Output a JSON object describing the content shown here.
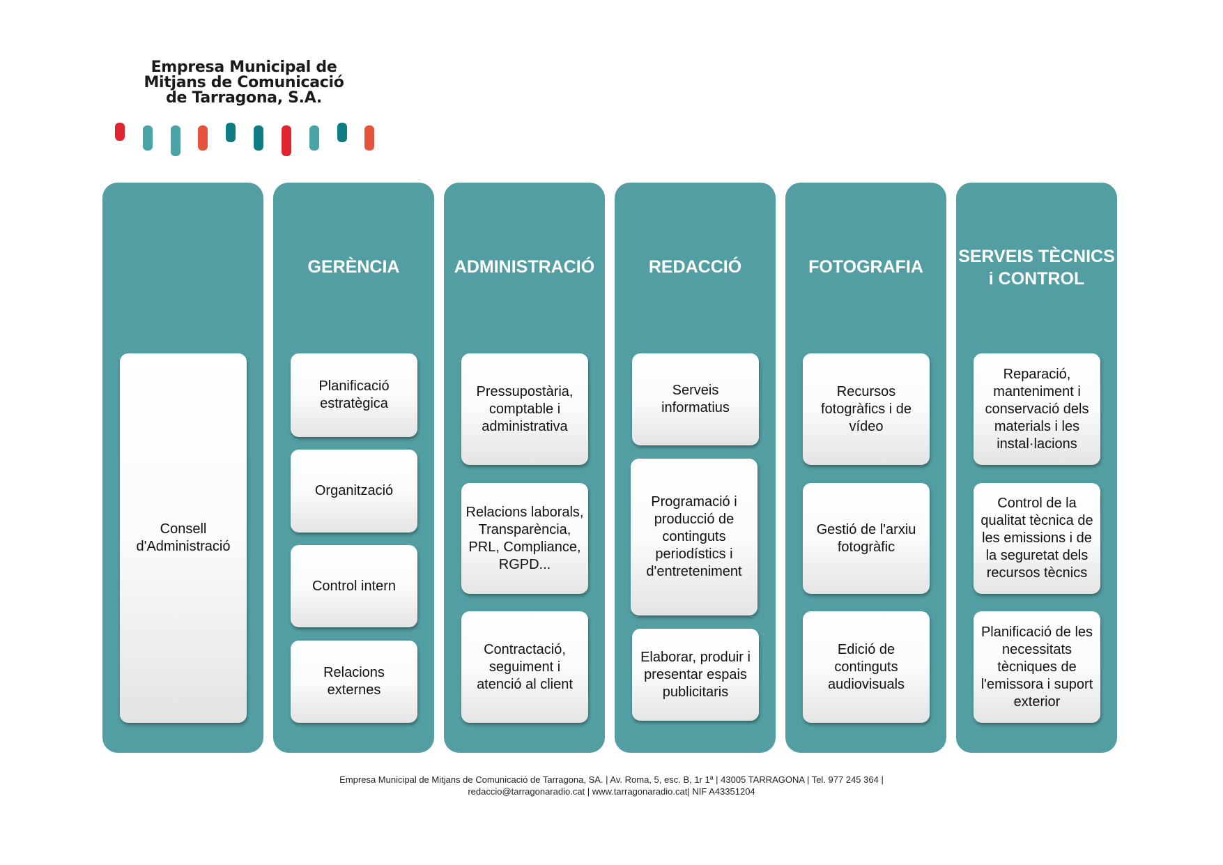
{
  "logo": {
    "lines": [
      "Empresa Municipal de",
      "Mitjans de Comunicació",
      "de Tarragona, S.A."
    ],
    "bar_colors": [
      "#e02530",
      "#4aa3a6",
      "#4aa3a6",
      "#e5533b",
      "#0e7c85",
      "#0e7c85",
      "#e02530",
      "#4aa3a6",
      "#0e7c85",
      "#e5533b"
    ]
  },
  "colors": {
    "column": "#529ea3"
  },
  "columns": [
    {
      "title": "",
      "items": [
        "Consell d'Administració"
      ]
    },
    {
      "title": "GERÈNCIA",
      "items": [
        "Planificació estratègica",
        "Organització",
        "Control intern",
        "Relacions externes"
      ]
    },
    {
      "title": "ADMINISTRACIÓ",
      "items": [
        "Pressupostària, comptable i administrativa",
        "Relacions laborals, Transparència, PRL, Compliance, RGPD...",
        "Contractació, seguiment i atenció al client"
      ]
    },
    {
      "title": "REDACCIÓ",
      "items": [
        "Serveis informatius",
        "Programació i producció de continguts periodístics i d'entreteniment",
        "Elaborar, produir i presentar espais publicitaris"
      ]
    },
    {
      "title": "FOTOGRAFIA",
      "items": [
        "Recursos fotogràfics i de vídeo",
        "Gestió de l'arxiu fotogràfic",
        "Edició de continguts audiovisuals"
      ]
    },
    {
      "title_lines": [
        "SERVEIS TÈCNICS",
        "i CONTROL"
      ],
      "items": [
        "Reparació, manteniment i conservació dels materials i les instal·lacions",
        "Control de la qualitat tècnica de les emissions i de la seguretat dels recursos tècnics",
        "Planificació de les necessitats tècniques de l'emissora i suport exterior"
      ]
    }
  ],
  "footer": {
    "line1": "Empresa Municipal de Mitjans de Comunicació de Tarragona, SA. | Av. Roma, 5, esc. B, 1r 1ª | 43005 TARRAGONA | Tel. 977 245 364 |",
    "line2": "redaccio@tarragonaradio.cat | www.tarragonaradio.cat| NIF A43351204"
  }
}
